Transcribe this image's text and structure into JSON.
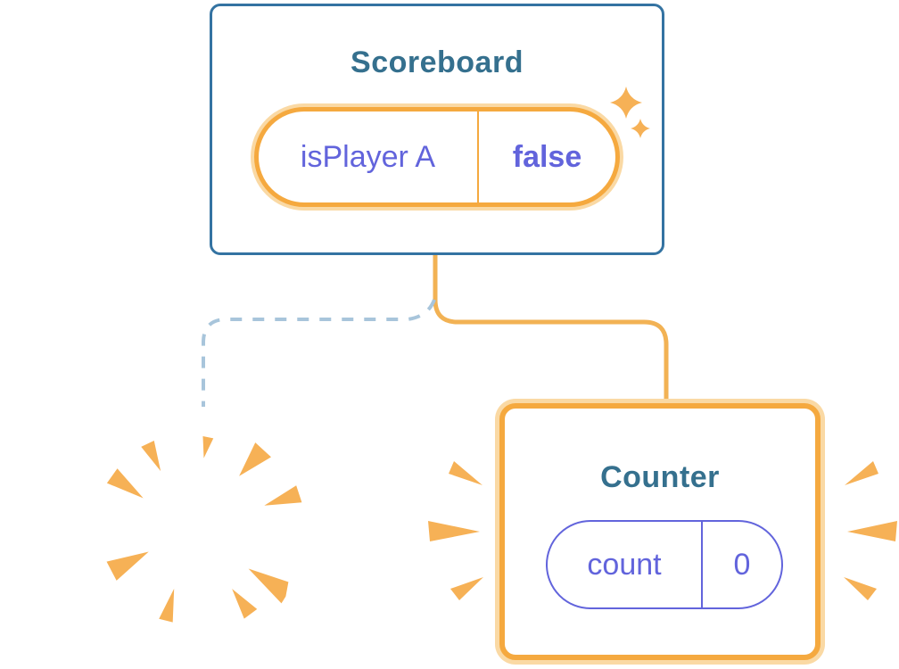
{
  "colors": {
    "blue": "#35708E",
    "blue_border": "#3473A2",
    "purple": "#6264DC",
    "orange": "#F5A93F",
    "orange_ring": "#FAD9A4",
    "orange_line": "#F2B254",
    "orange_mark": "#F6B156",
    "dash_blue": "#A8C5DB",
    "background": "#FFFFFF"
  },
  "scoreboard": {
    "title": "Scoreboard",
    "state_key": "isPlayer A",
    "state_value": "false"
  },
  "counter": {
    "title": "Counter",
    "state_key": "count",
    "state_value": "0"
  },
  "icons": {
    "sparkles": "two four-point sparkle stars (state just changed)",
    "burst": "orange explosion burst (component destroyed)",
    "emphasis": "orange impact lines flanking the Counter card"
  }
}
